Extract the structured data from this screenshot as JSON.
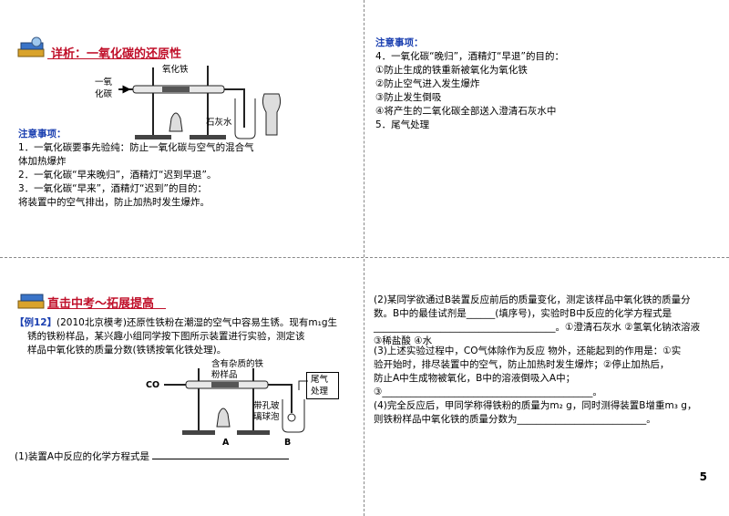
{
  "q1": {
    "heading": "详析：一氧化碳的还原性",
    "diagram_labels": {
      "co": "一氧\n化碳",
      "fe2o3": "氧化铁",
      "limewater": "石灰水"
    },
    "notes_title": "注意事项：",
    "lines": [
      "1．一氧化碳要事先验纯：防止一氧化碳与空气的混合气",
      "    体加热爆炸",
      "2．一氧化碳“早来晚归”，酒精灯“迟到早退”。",
      "3．一氧化碳“早来”，酒精灯“迟到”的目的：",
      "    将装置中的空气排出，防止加热时发生爆炸。"
    ]
  },
  "q2": {
    "notes_title": "注意事项：",
    "lines": [
      "4．一氧化碳“晚归”，酒精灯“早退”的目的：",
      "    ①防止生成的铁重新被氧化为氧化铁",
      "    ②防止空气进入发生爆炸",
      "    ③防止发生倒吸",
      "    ④将产生的二氧化碳全部送入澄清石灰水中",
      "5．尾气处理"
    ]
  },
  "q3": {
    "heading": "直击中考～拓展提高",
    "tag": "【例12】",
    "lines": [
      "(2010北京模考)还原性铁粉在潮湿的空气中容易生锈。现有m₁g生",
      "锈的铁粉样品，某兴趣小组同学按下图所示装置进行实验，测定该",
      "样品中氧化铁的质量分数(铁锈按氧化铁处理)。"
    ],
    "diagram_labels": {
      "co": "CO",
      "sample": "含有杂质的铁\n粉样品",
      "exhaust": "尾气\n处理",
      "bulb": "带孔玻\n璃球泡",
      "a": "A",
      "b": "B"
    },
    "q_1": "(1)装置A中反应的化学方程式是"
  },
  "q4": {
    "p2_lines": [
      "(2)某同学欲通过B装置反应前后的质量变化，测定该样品中氧化铁的质量分",
      "    数。B中的最佳试剂是______(填序号)，实验时B中反应的化学方程式是",
      "    ______________________________________。①澄清石灰水  ②氢氧化钠浓溶液",
      "    ③稀盐酸  ④水"
    ],
    "p3_lines": [
      "(3)上述实验过程中，CO气体除作为反应 物外，还能起到的作用是：①实",
      "    验开始时，排尽装置中的空气，防止加热时发生爆炸；②停止加热后，",
      "    防止A中生成物被氧化，B中的溶液倒吸入A中；",
      "    ③____________________________________________。"
    ],
    "p4_lines": [
      "(4)完全反应后，甲同学称得铁粉的质量为m₂ g，同时测得装置B增重m₃ g，",
      "    则铁粉样品中氧化铁的质量分数为___________________________。"
    ],
    "page": "5"
  }
}
